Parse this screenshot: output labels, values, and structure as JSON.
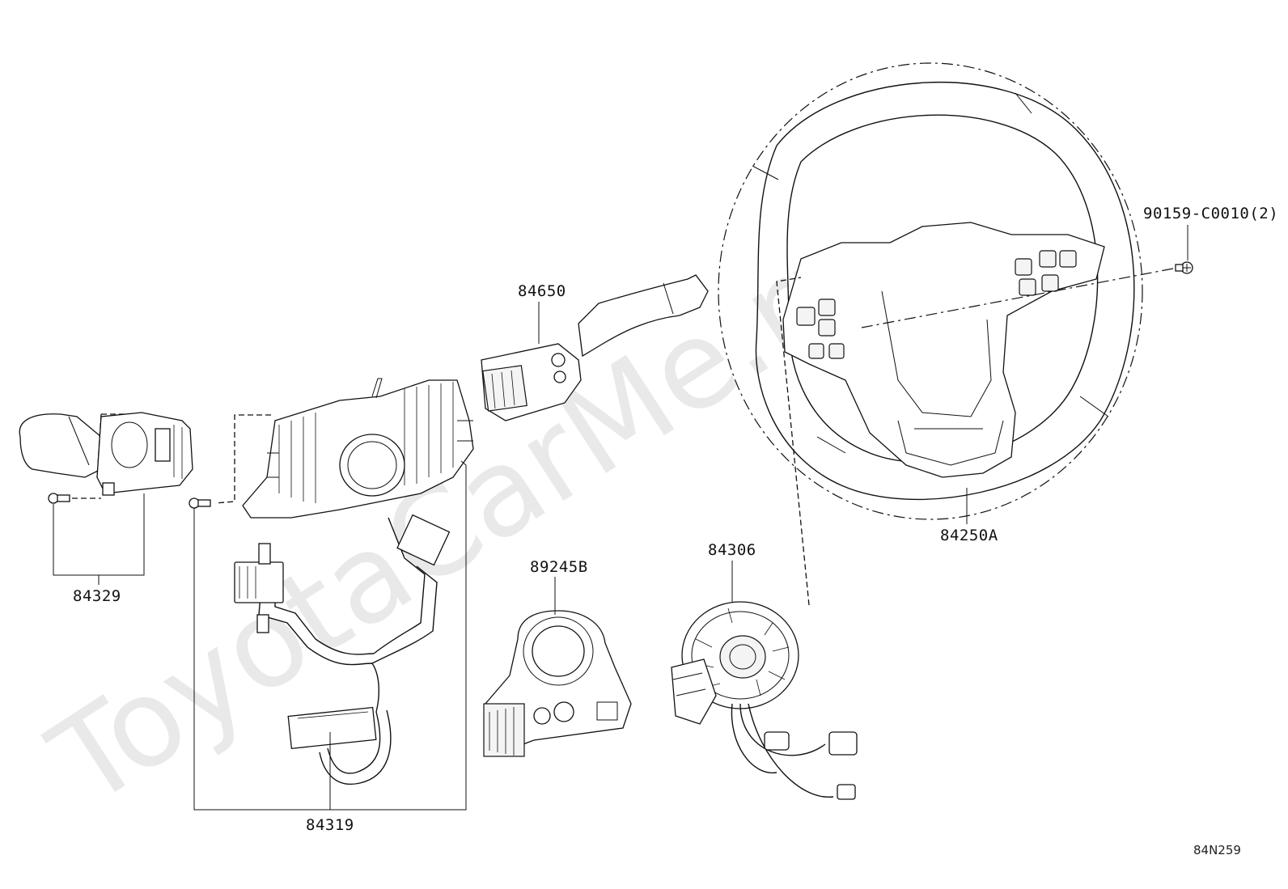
{
  "diagram": {
    "watermark": "ToyotaCarMe.ru",
    "sheet_code": "84N259",
    "parts": [
      {
        "id": "part-84329",
        "label": "84329"
      },
      {
        "id": "part-84319",
        "label": "84319"
      },
      {
        "id": "part-84650",
        "label": "84650"
      },
      {
        "id": "part-89245B",
        "label": "89245B"
      },
      {
        "id": "part-84306",
        "label": "84306"
      },
      {
        "id": "part-84250A",
        "label": "84250A"
      },
      {
        "id": "part-90159",
        "label": "90159-C0010(2)"
      }
    ]
  }
}
